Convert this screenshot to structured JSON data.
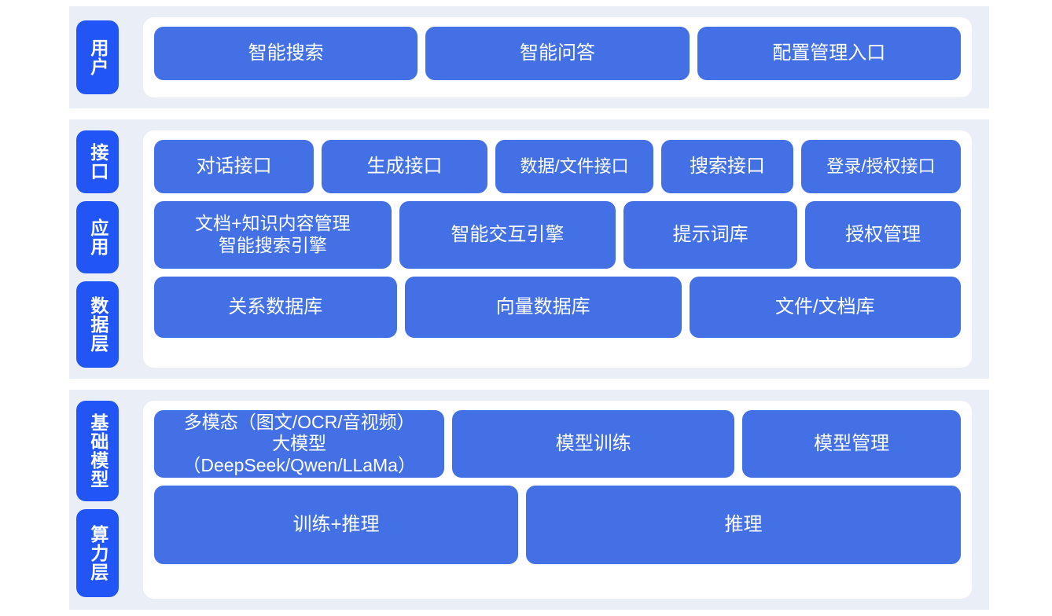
{
  "diagram": {
    "title": "AI Platform Layered Architecture",
    "colors": {
      "section_background": "#eaeff7",
      "panel_background": "#ffffff",
      "label_chip": "#2255f5",
      "content_box": "#4370e4",
      "box_text": "#ffffff",
      "page_background": "#ffffff"
    }
  },
  "sections": [
    {
      "id": "user",
      "labels": [
        {
          "text": "用户"
        }
      ],
      "rows": [
        {
          "id": "user-apps",
          "boxes": [
            {
              "label": "智能搜索"
            },
            {
              "label": "智能问答"
            },
            {
              "label": "配置管理入口"
            }
          ]
        }
      ]
    },
    {
      "id": "platform",
      "labels": [
        {
          "text": "接口"
        },
        {
          "text": "应用"
        },
        {
          "text": "数据层"
        }
      ],
      "rows": [
        {
          "id": "interface",
          "boxes": [
            {
              "label": "对话接口"
            },
            {
              "label": "生成接口"
            },
            {
              "label": "数据/文件接口"
            },
            {
              "label": "搜索接口"
            },
            {
              "label": "登录/授权接口"
            }
          ]
        },
        {
          "id": "application",
          "boxes": [
            {
              "label": "文档+知识内容管理\n智能搜索引擎"
            },
            {
              "label": "智能交互引擎"
            },
            {
              "label": "提示词库"
            },
            {
              "label": "授权管理"
            }
          ]
        },
        {
          "id": "data",
          "boxes": [
            {
              "label": "关系数据库"
            },
            {
              "label": "向量数据库"
            },
            {
              "label": "文件/文档库"
            }
          ]
        }
      ]
    },
    {
      "id": "foundation",
      "labels": [
        {
          "text": "基础模型"
        },
        {
          "text": "算力层"
        }
      ],
      "rows": [
        {
          "id": "model",
          "boxes": [
            {
              "label": "多模态（图文/OCR/音视频）\n大模型（DeepSeek/Qwen/LLaMa）"
            },
            {
              "label": "模型训练"
            },
            {
              "label": "模型管理"
            }
          ]
        },
        {
          "id": "compute",
          "boxes": [
            {
              "label": "训练+推理"
            },
            {
              "label": "推理"
            }
          ]
        }
      ]
    }
  ]
}
